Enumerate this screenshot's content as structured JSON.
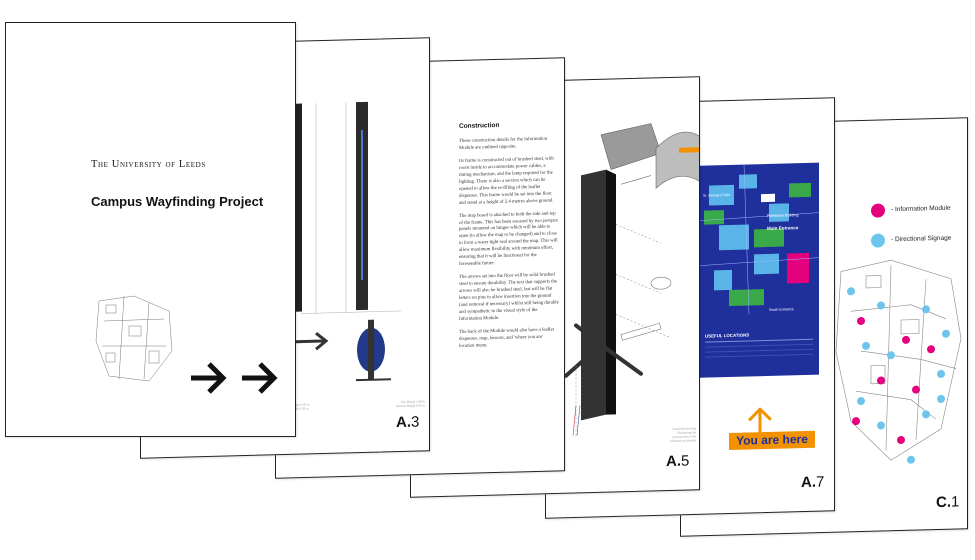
{
  "cover": {
    "university": "The University of Leeds",
    "title": "Campus Wayfinding Project"
  },
  "page_a3": {
    "num_letter": "A.",
    "num_digit": "3"
  },
  "page_a4": {
    "heading": "Construction",
    "paragraphs": [
      "These construction details for the Information Module are outlined opposite.",
      "Its frame is constructed out of brushed steel, with room inside to accommodate power cables, a timing mechanism, and the lamp required for the lighting. There is also a section which can be opened to allow the re-filling of the leaflet dispenser. This frame would be set into the floor and stand at a height of 2.4 metres above ground.",
      "The map board is attached to both the side and top of the frame. This has been encased by two perspex panels mounted on hinges which will be able to open (to allow the map to be changed) and to close to form a water tight seal around the map. This will allow maximum flexibility with minimum effort, ensuring that it will be functional for the foreseeable future.",
      "The arrows set into the floor will be solid brushed steel to ensure durability. The text that supports the arrows will also be brushed steel, but will be flat letters on pins to allow insertion into the ground (and removal if necessary) whilst still being durable and sympathetic to the visual style of the Information Module.",
      "The back of the Module would also have a leaflet dispenser, map, beacon, and 'where you are' location menu."
    ]
  },
  "page_a5": {
    "num_letter": "A.",
    "num_digit": "5"
  },
  "page_a7": {
    "map_labels": [
      "Parkinson Building",
      "Main Entrance",
      "South Entrance",
      "St. George's Field"
    ],
    "useful_locations": "USEFUL LOCATIONS",
    "you_are_here": "You are here",
    "num_letter": "A.",
    "num_digit": "7"
  },
  "page_c1": {
    "legend": [
      {
        "label": "- Information Module",
        "color": "#e5007e"
      },
      {
        "label": "- Directional Signage",
        "color": "#6cc6ec"
      }
    ],
    "num_letter": "C.",
    "num_digit": "1"
  },
  "colors": {
    "map_blue": "#1f2f9c",
    "orange": "#f39200",
    "magenta": "#e5007e",
    "cyan": "#6cc6ec"
  }
}
